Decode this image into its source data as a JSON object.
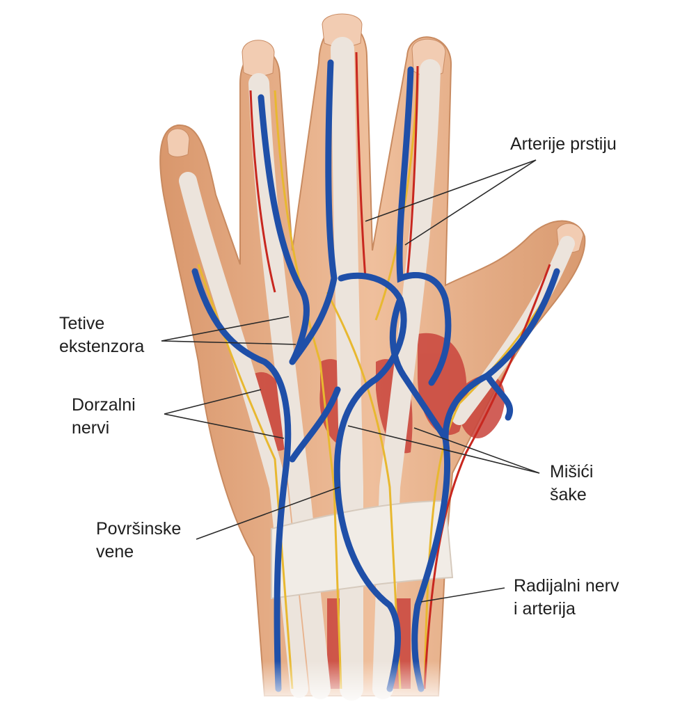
{
  "colors": {
    "skin": "#ecb591",
    "skin_dark": "#c98b63",
    "nail": "#f0c6aa",
    "tendon": "#ebe3dc",
    "muscle": "#c9443c",
    "vein": "#1f4fa8",
    "artery": "#c8271f",
    "nerve": "#e8b830",
    "leader": "#2a2a2a"
  },
  "labels": {
    "digital_arteries": "Arterije prstiju",
    "extensor_tendons": [
      "Tetive",
      "ekstenzora"
    ],
    "dorsal_nerves": [
      "Dorzalni",
      "nervi"
    ],
    "hand_muscles": [
      "Mišići",
      "šake"
    ],
    "superficial_veins": [
      "Površinske",
      "vene"
    ],
    "radial_nerve_artery": [
      "Radijalni nerv",
      "i arterija"
    ]
  }
}
